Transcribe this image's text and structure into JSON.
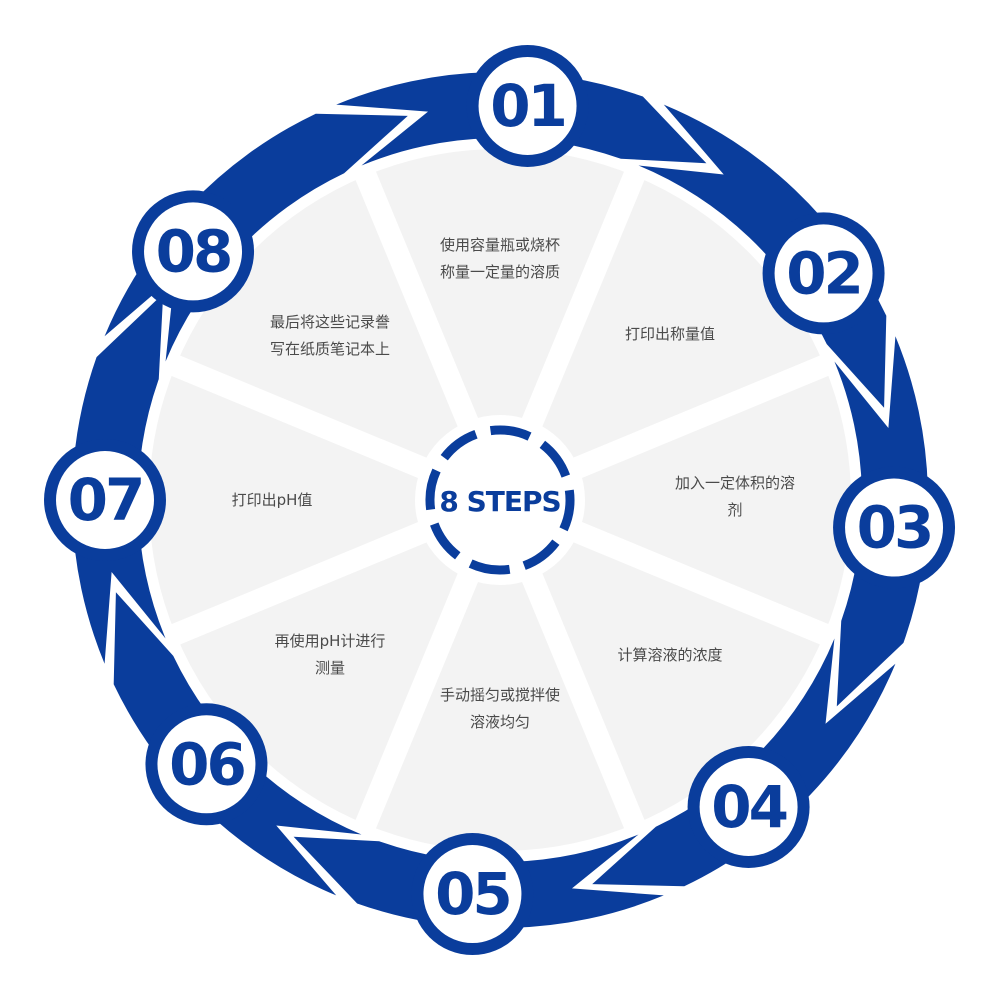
{
  "center": {
    "label": "8 STEPS"
  },
  "colors": {
    "primary": "#0a3d9c",
    "panel": "#f3f3f3",
    "divider": "#ffffff",
    "text": "#4a4a4a"
  },
  "steps": [
    {
      "number": "01",
      "text": "使用容量瓶或烧杯称量一定量的溶质"
    },
    {
      "number": "02",
      "text": "打印出称量值"
    },
    {
      "number": "03",
      "text": "加入一定体积的溶剂"
    },
    {
      "number": "04",
      "text": "计算溶液的浓度"
    },
    {
      "number": "05",
      "text": "手动摇匀或搅拌使溶液均匀"
    },
    {
      "number": "06",
      "text": "再使用pH计进行测量"
    },
    {
      "number": "07",
      "text": "打印出pH值"
    },
    {
      "number": "08",
      "text": "最后将这些记录誊写在纸质笔记本上"
    }
  ]
}
